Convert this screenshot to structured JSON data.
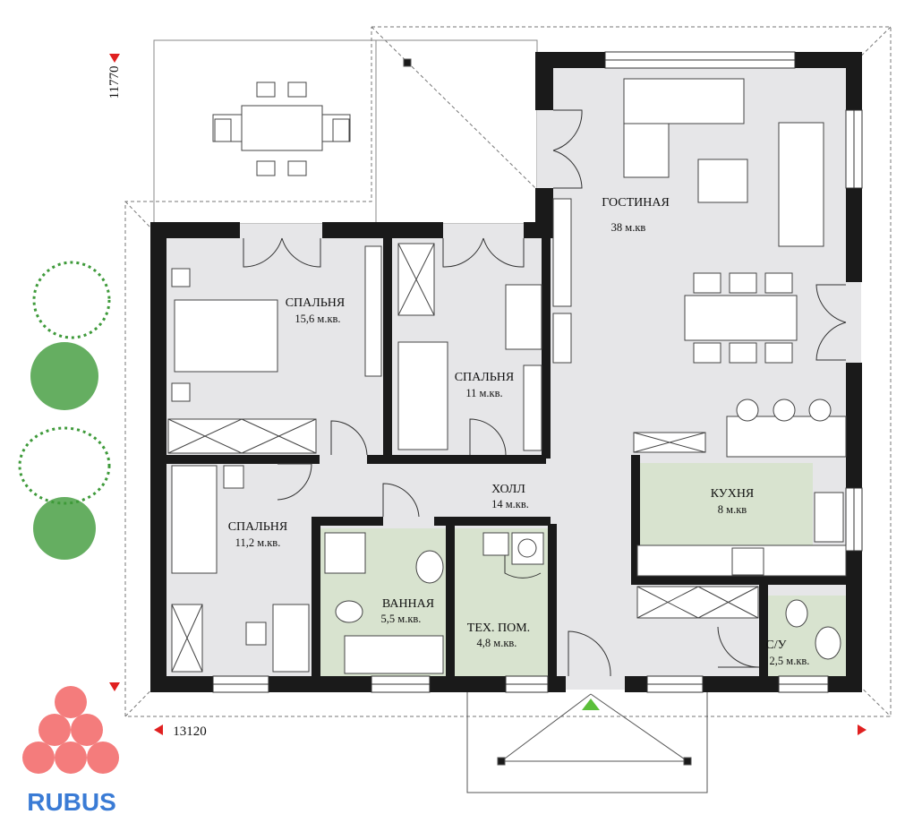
{
  "plan": {
    "rooms": [
      {
        "id": "living",
        "name": "ГОСТИНАЯ",
        "area": "38 м.кв"
      },
      {
        "id": "bed1",
        "name": "СПАЛЬНЯ",
        "area": "15,6 м.кв."
      },
      {
        "id": "bed2",
        "name": "СПАЛЬНЯ",
        "area": "11 м.кв."
      },
      {
        "id": "bed3",
        "name": "СПАЛЬНЯ",
        "area": "11,2 м.кв."
      },
      {
        "id": "hall",
        "name": "ХОЛЛ",
        "area": "14 м.кв."
      },
      {
        "id": "kitchen",
        "name": "КУХНЯ",
        "area": "8 м.кв"
      },
      {
        "id": "bath",
        "name": "ВАННАЯ",
        "area": "5,5 м.кв."
      },
      {
        "id": "tech",
        "name": "ТЕХ. ПОМ.",
        "area": "4,8 м.кв."
      },
      {
        "id": "wc",
        "name": "С/У",
        "area": "2,5 м.кв."
      }
    ],
    "dimensions": {
      "vertical": "11770",
      "horizontal": "13120"
    }
  },
  "logo": {
    "text": "RUBUS"
  },
  "colors": {
    "wall": "#1a1a1a",
    "floor": "#e6e6e8",
    "wet_floor": "#d8e3cf",
    "green_arrow": "#5bbf3a",
    "red_arrow": "#e02020",
    "logo_circle": "#f47c7c",
    "logo_text": "#3a7bd5",
    "tree": "#3e9a3a"
  }
}
